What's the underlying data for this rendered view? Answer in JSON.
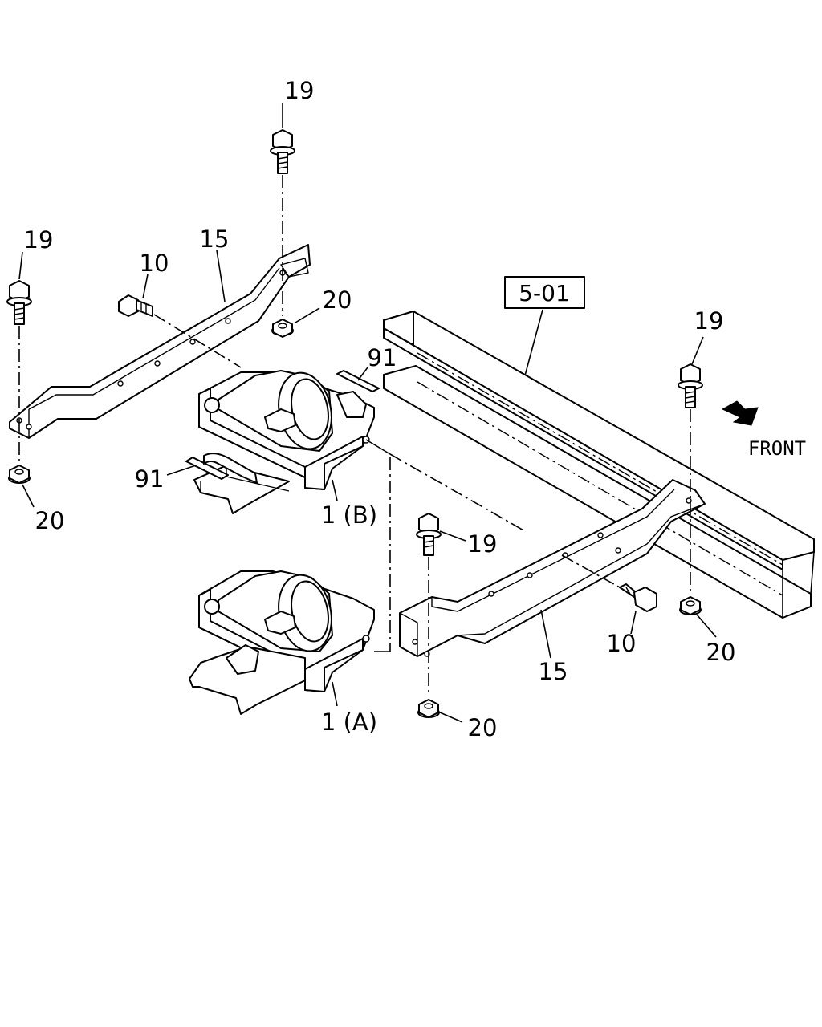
{
  "diagram": {
    "reference_box": "5-01",
    "direction_label": "FRONT",
    "callouts": {
      "bolt_top_center": "19",
      "bolt_left": "19",
      "bracket_left": "15",
      "bolt_side_left": "10",
      "nut_upper": "20",
      "nut_left": "20",
      "shim_upper": "91",
      "shim_lower": "91",
      "mount_b": "1 (B)",
      "mount_a": "1 (A)",
      "bolt_right": "19",
      "bolt_lower": "19",
      "bracket_right": "15",
      "bolt_side_right": "10",
      "nut_right": "20",
      "nut_lower": "20"
    }
  }
}
